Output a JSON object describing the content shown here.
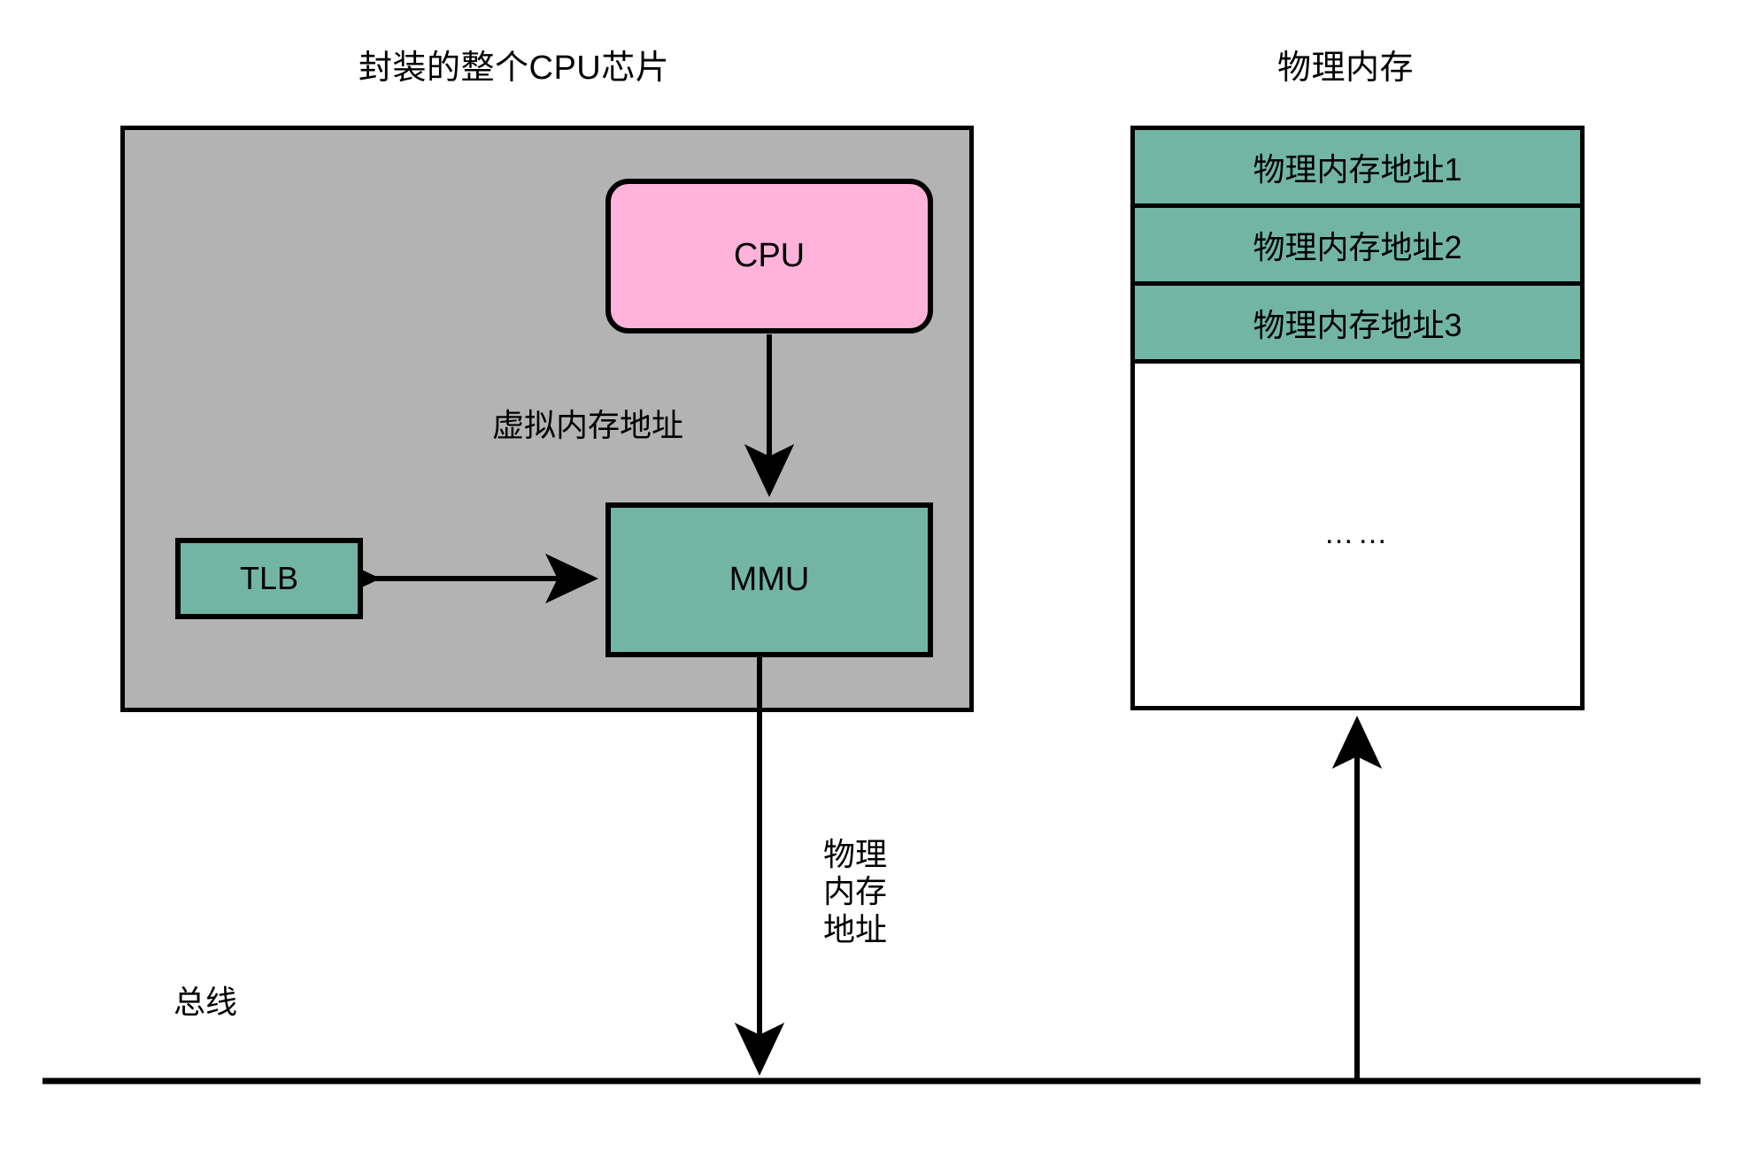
{
  "diagram": {
    "titles": {
      "cpu_chip": "封装的整个CPU芯片",
      "physical_memory": "物理内存"
    },
    "nodes": {
      "cpu": "CPU",
      "mmu": "MMU",
      "tlb": "TLB"
    },
    "edge_labels": {
      "virtual_address": "虚拟内存地址",
      "physical_address_line1": "物理",
      "physical_address_line2": "内存",
      "physical_address_line3": "地址",
      "bus": "总线"
    },
    "memory_cells": [
      "物理内存地址1",
      "物理内存地址2",
      "物理内存地址3"
    ],
    "memory_ellipsis": "……",
    "colors": {
      "chip_package_fill": "#b3b3b3",
      "cpu_fill": "#ffb3da",
      "mmu_fill": "#72b5a5",
      "tlb_fill": "#72b5a5",
      "memory_cell_fill": "#72b5a5",
      "memory_empty_fill": "#ffffff",
      "stroke": "#000000",
      "background": "#ffffff"
    }
  }
}
